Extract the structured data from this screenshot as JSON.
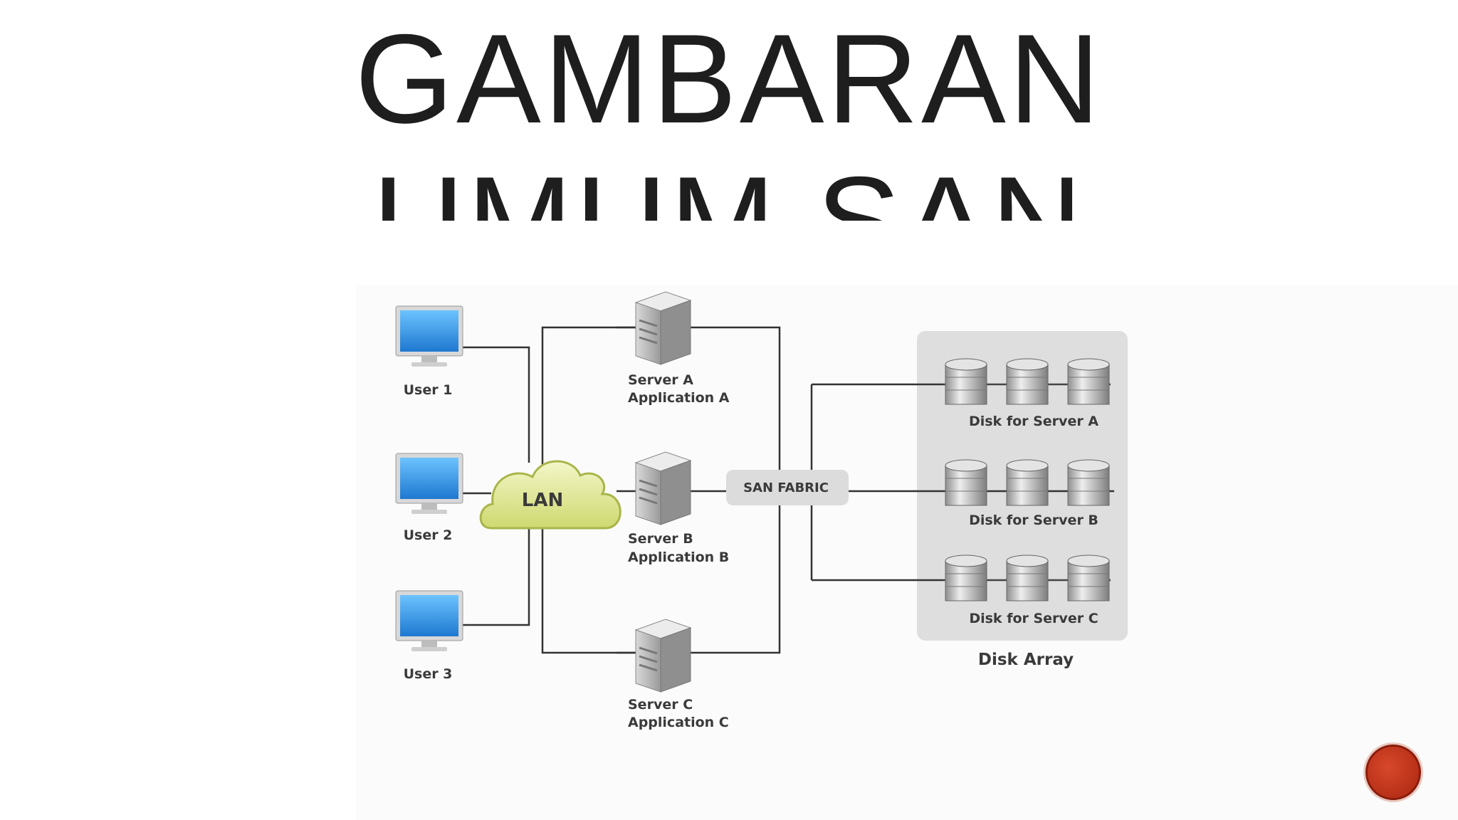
{
  "slide": {
    "title_line_1": "GAMBARAN",
    "title_line_2": "UMUM SAN"
  },
  "diagram": {
    "users": [
      {
        "label": "User 1"
      },
      {
        "label": "User 2"
      },
      {
        "label": "User 3"
      }
    ],
    "lan_label": "LAN",
    "servers": [
      {
        "name": "Server A",
        "app": "Application A"
      },
      {
        "name": "Server B",
        "app": "Application B"
      },
      {
        "name": "Server C",
        "app": "Application C"
      }
    ],
    "san_fabric_label": "SAN FABRIC",
    "disk_groups": [
      {
        "label": "Disk for Server A"
      },
      {
        "label": "Disk for Server B"
      },
      {
        "label": "Disk for Server C"
      }
    ],
    "disk_array_label": "Disk Array"
  },
  "colors": {
    "monitor_screen": "#2f8fe0",
    "lan_cloud": "#dfe79a",
    "slide_button": "#c8381c"
  },
  "icons": {
    "slide_button": "circle-button-icon"
  }
}
